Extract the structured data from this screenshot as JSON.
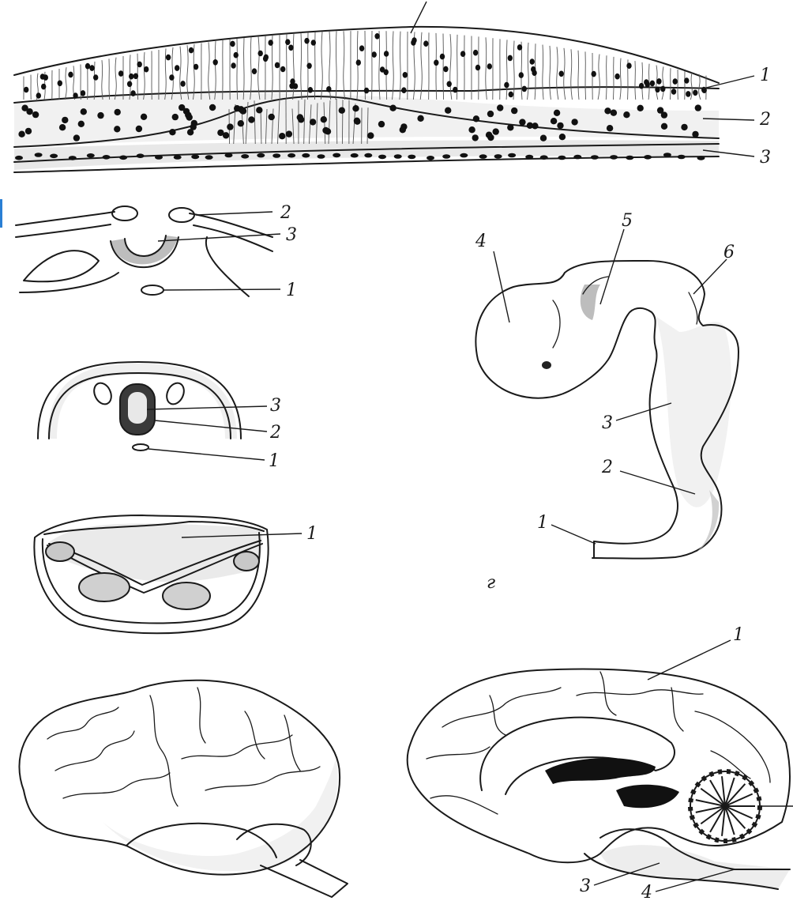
{
  "colors": {
    "ink": "#1a1a1a",
    "shade": "#d6d6d6",
    "edge_mark": "#2a7fd4"
  },
  "panels": {
    "tissue": {
      "labels": [
        "1",
        "2",
        "3"
      ]
    },
    "groove": {
      "labels": [
        "2",
        "3",
        "1"
      ]
    },
    "tube": {
      "labels": [
        "3",
        "2",
        "1"
      ]
    },
    "cord": {
      "labels": [
        "1"
      ]
    },
    "embryo_brain": {
      "letter": "г",
      "labels": [
        "4",
        "5",
        "6",
        "3",
        "2",
        "1"
      ]
    },
    "lateral_brain": {},
    "medial_brain": {
      "labels": [
        "1",
        "3",
        "4"
      ]
    }
  }
}
